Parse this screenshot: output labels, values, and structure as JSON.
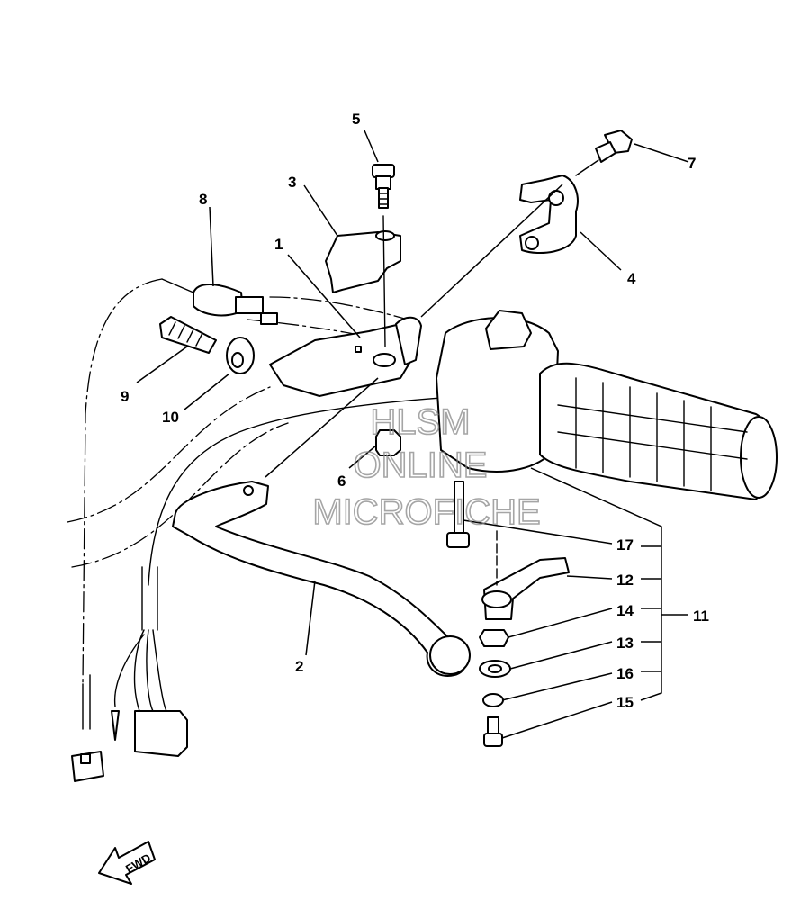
{
  "callouts": [
    {
      "id": "1",
      "label": "1"
    },
    {
      "id": "2",
      "label": "2"
    },
    {
      "id": "3",
      "label": "3"
    },
    {
      "id": "4",
      "label": "4"
    },
    {
      "id": "5",
      "label": "5"
    },
    {
      "id": "6",
      "label": "6"
    },
    {
      "id": "7",
      "label": "7"
    },
    {
      "id": "8",
      "label": "8"
    },
    {
      "id": "9",
      "label": "9"
    },
    {
      "id": "10",
      "label": "10"
    },
    {
      "id": "11",
      "label": "11"
    },
    {
      "id": "12",
      "label": "12"
    },
    {
      "id": "13",
      "label": "13"
    },
    {
      "id": "14",
      "label": "14"
    },
    {
      "id": "15",
      "label": "15"
    },
    {
      "id": "16",
      "label": "16"
    },
    {
      "id": "17",
      "label": "17"
    }
  ],
  "watermark": {
    "line1": "HLSM",
    "line2": "ONLINE",
    "line3": "MICROFICHE"
  },
  "direction_badge": {
    "label": "FWD"
  }
}
